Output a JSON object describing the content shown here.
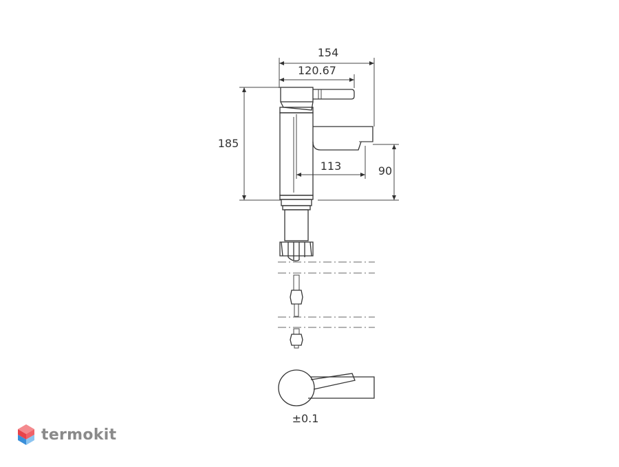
{
  "dimensions": {
    "overall_width": "154",
    "lever_width": "120.67",
    "height": "185",
    "spout_reach": "113",
    "spout_height": "90",
    "tolerance": "±0.1"
  },
  "brand": {
    "name": "termokit",
    "logo_colors": [
      "#e8434a",
      "#f48a8e",
      "#3a8fd9",
      "#8cc4f0"
    ]
  }
}
